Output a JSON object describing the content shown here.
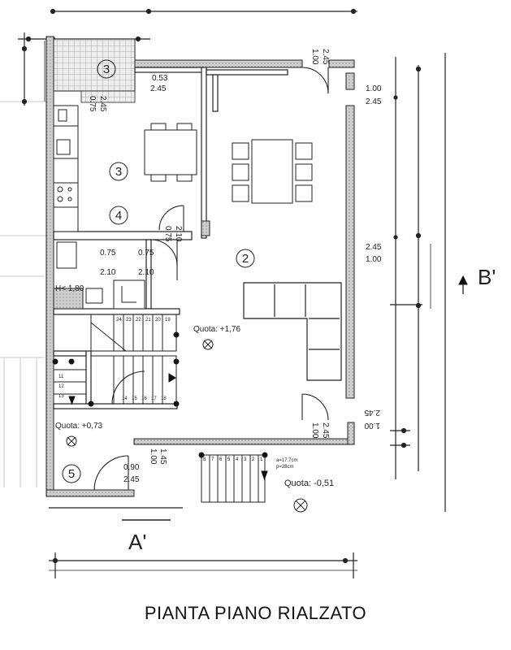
{
  "title": "PIANTA PIANO RIALZATO",
  "section_marks": {
    "a": "A'",
    "b": "B'"
  },
  "rooms": [
    "3",
    "3",
    "4",
    "2",
    "5"
  ],
  "levels": {
    "upper": "Quota: +1,76",
    "mid": "Quota: +0,73",
    "lower": "Quota: -0,51"
  },
  "openings": {
    "top_left": [
      "0.53",
      "2.45",
      "2.45",
      "0.75"
    ],
    "top_door": [
      "2.45",
      "1.00"
    ],
    "right_top": [
      "1.00",
      "2.45"
    ],
    "right_mid": [
      "2.45",
      "1.00"
    ],
    "right_low": [
      "2.45",
      "1.00"
    ],
    "bottom_door": [
      "2.45",
      "1.00"
    ],
    "kitchen_door": [
      "2.10",
      "0.75"
    ],
    "bath": [
      "0.75",
      "0.75",
      "2.10",
      "2.10"
    ],
    "bath_h": "H< 1,80",
    "entry": [
      "1.45",
      "1.00",
      "0.90",
      "2.45"
    ]
  },
  "stair_note": [
    "a=17.7cm",
    "p=28cm"
  ],
  "stair_steps": {
    "upper": [
      "24",
      "23",
      "22",
      "21",
      "20",
      "19"
    ],
    "lower_run": [
      "14",
      "15",
      "16",
      "17",
      "18"
    ],
    "left_run": [
      "11",
      "12",
      "13"
    ],
    "bottom": [
      "8",
      "7",
      "6",
      "5",
      "4",
      "3",
      "2",
      "1"
    ]
  }
}
